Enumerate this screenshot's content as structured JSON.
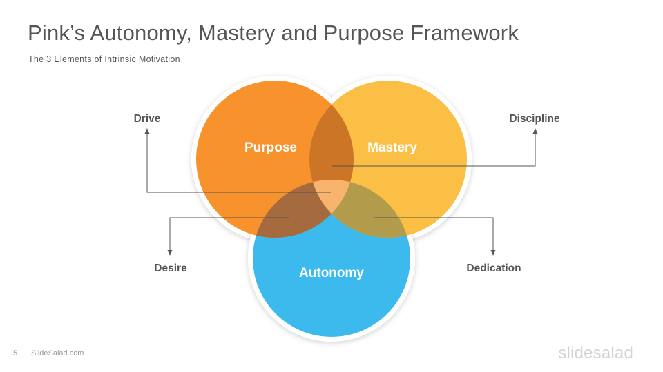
{
  "slide": {
    "title": "Pink’s Autonomy, Mastery and Purpose Framework",
    "subtitle": "The 3 Elements of Intrinsic Motivation",
    "page_number": "5",
    "footer_text": "| SlideSalad.com",
    "brand": "slidesalad"
  },
  "diagram": {
    "circles": [
      {
        "label": "Purpose",
        "color": "#f7922c"
      },
      {
        "label": "Mastery",
        "color": "#fcbf45"
      },
      {
        "label": "Autonomy",
        "color": "#3cb9ed"
      }
    ],
    "overlaps": {
      "purpose_mastery": "#cc7527",
      "purpose_autonomy": "#a56b3f",
      "mastery_autonomy": "#b29c4b",
      "center": "#f8b36c"
    },
    "callouts": [
      {
        "label": "Drive"
      },
      {
        "label": "Discipline"
      },
      {
        "label": "Desire"
      },
      {
        "label": "Dedication"
      }
    ]
  }
}
